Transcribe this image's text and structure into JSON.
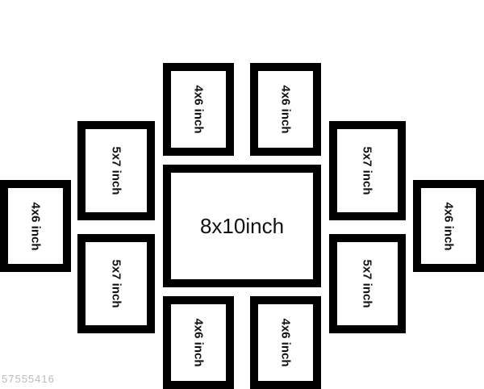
{
  "frames": {
    "top_left": "4x6 inch",
    "top_right": "4x6 inch",
    "upper_left": "5x7 inch",
    "far_left": "4x6 inch",
    "lower_left": "5x7 inch",
    "center": "8x10inch",
    "upper_right": "5x7 inch",
    "lower_right": "5x7 inch",
    "far_right": "4x6 inch",
    "bottom_left": "4x6 inch",
    "bottom_right": "4x6 inch"
  },
  "watermark": "57555416"
}
